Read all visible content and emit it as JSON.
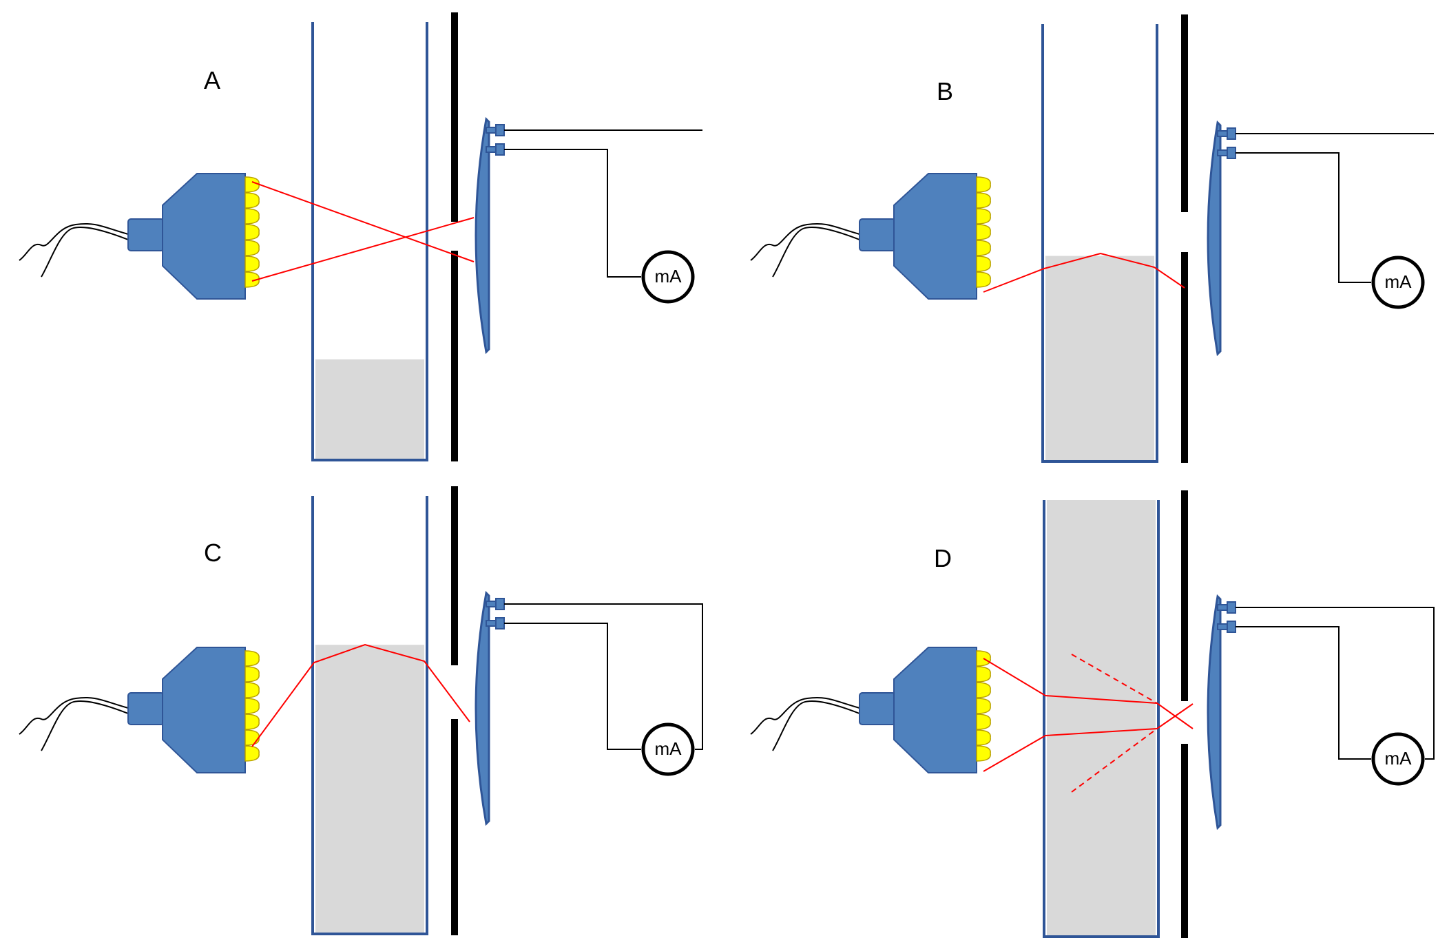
{
  "colors": {
    "device_body": "#4F81BD",
    "device_outline": "#2F5597",
    "led": "#FFFF00",
    "led_outline": "#B8A000",
    "beam": "#FF0000",
    "liquid": "#D9D9D9",
    "tube_wall": "#2F5597",
    "barrier": "#000000",
    "wire": "#000000"
  },
  "meter_label": "mA",
  "panels": [
    {
      "id": "A",
      "label": "A",
      "liquid_level": 0.23,
      "slit": "open",
      "beam": "direct-cross",
      "circuit_closed": false
    },
    {
      "id": "B",
      "label": "B",
      "liquid_level": 0.47,
      "slit": "open",
      "beam": "refracted-blocked",
      "circuit_closed": false
    },
    {
      "id": "C",
      "label": "C",
      "liquid_level": 0.66,
      "slit": "open",
      "beam": "refracted-through-slit",
      "circuit_closed": true
    },
    {
      "id": "D",
      "label": "D",
      "liquid_level": 1.0,
      "slit": "open",
      "beam": "through-liquid-cross",
      "circuit_closed": true
    }
  ]
}
